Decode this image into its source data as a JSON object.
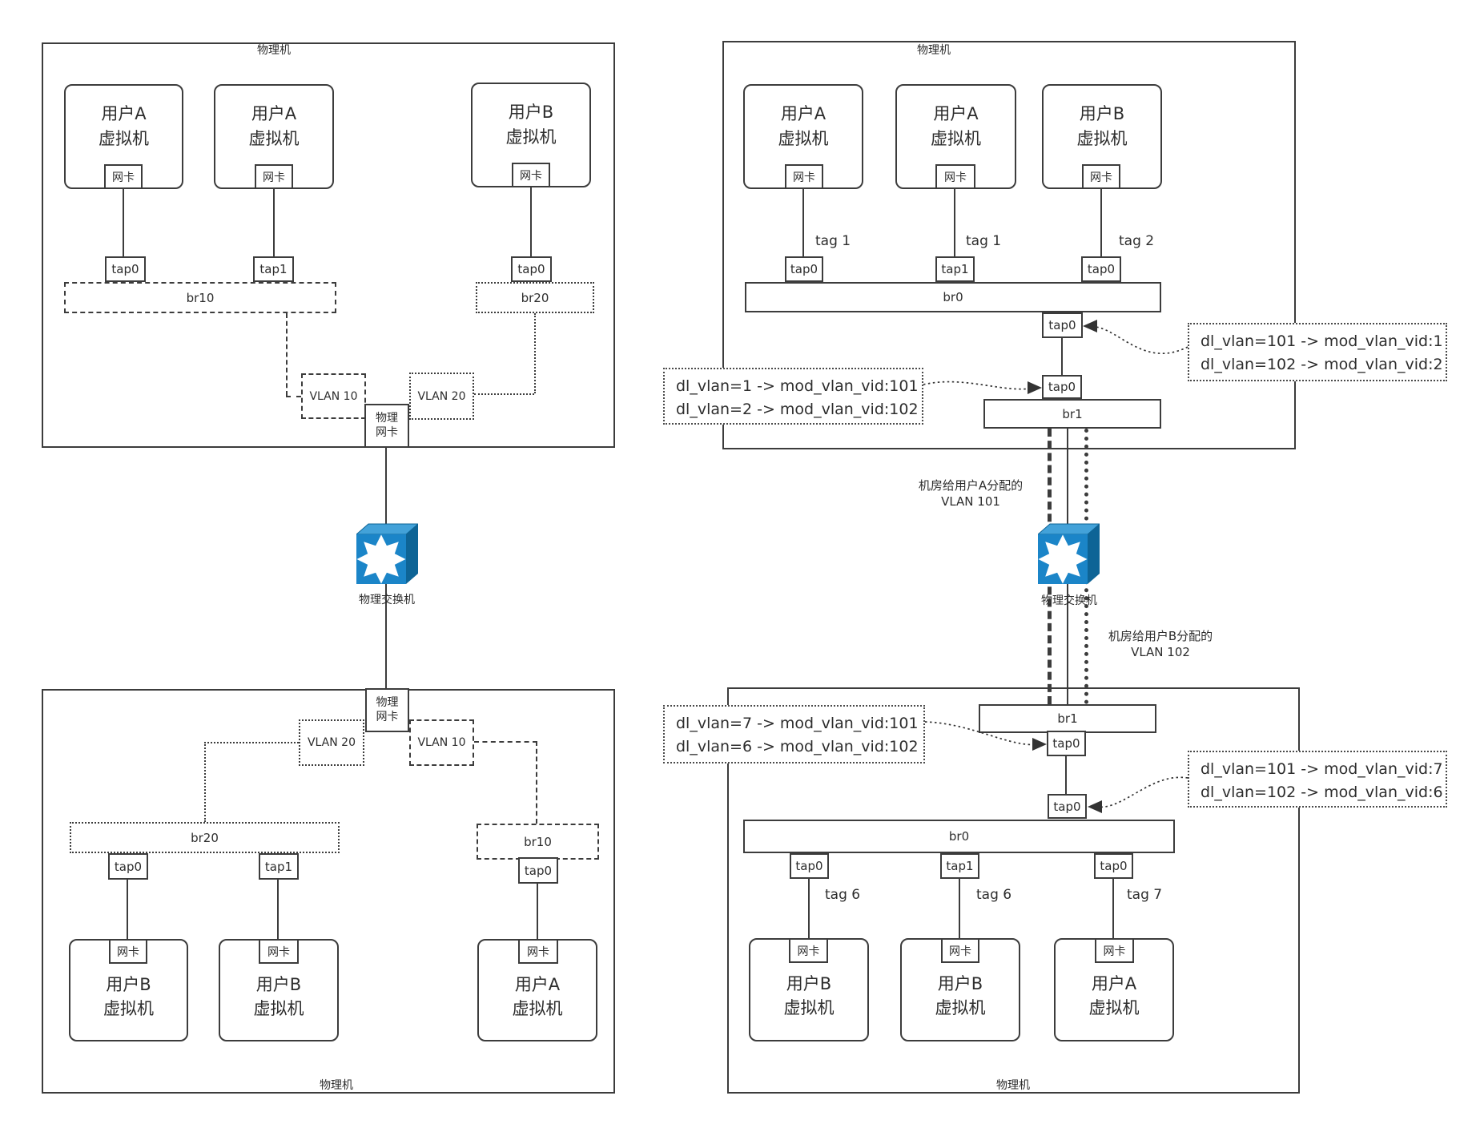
{
  "colors": {
    "stroke": "#3c3c3c",
    "switch_blue": "#1b85c8",
    "switch_top": "#43a2d9",
    "switch_side": "#0e6496"
  },
  "machines": {
    "top_left": {
      "title": "物理机",
      "vms": [
        {
          "line1": "用户A",
          "line2": "虚拟机",
          "nic": "网卡"
        },
        {
          "line1": "用户A",
          "line2": "虚拟机",
          "nic": "网卡"
        },
        {
          "line1": "用户B",
          "line2": "虚拟机",
          "nic": "网卡"
        }
      ],
      "taps": [
        "tap0",
        "tap1",
        "tap0"
      ],
      "br10": "br10",
      "br20": "br20",
      "vlan10": "VLAN 10",
      "vlan20": "VLAN 20",
      "phys_nic": {
        "line1": "物理",
        "line2": "网卡"
      }
    },
    "top_right": {
      "title": "物理机",
      "vms": [
        {
          "line1": "用户A",
          "line2": "虚拟机",
          "nic": "网卡"
        },
        {
          "line1": "用户A",
          "line2": "虚拟机",
          "nic": "网卡"
        },
        {
          "line1": "用户B",
          "line2": "虚拟机",
          "nic": "网卡"
        }
      ],
      "tags": [
        "tag 1",
        "tag 1",
        "tag 2"
      ],
      "taps": [
        "tap0",
        "tap1",
        "tap0"
      ],
      "br0": "br0",
      "tap_out": "tap0",
      "tap_in": "tap0",
      "br1": "br1"
    },
    "bottom_left": {
      "title": "物理机",
      "phys_nic": {
        "line1": "物理",
        "line2": "网卡"
      },
      "vlan20": "VLAN 20",
      "vlan10": "VLAN 10",
      "br20": "br20",
      "br10": "br10",
      "taps": [
        "tap0",
        "tap1",
        "tap0"
      ],
      "vms": [
        {
          "line1": "用户B",
          "line2": "虚拟机",
          "nic": "网卡"
        },
        {
          "line1": "用户B",
          "line2": "虚拟机",
          "nic": "网卡"
        },
        {
          "line1": "用户A",
          "line2": "虚拟机",
          "nic": "网卡"
        }
      ]
    },
    "bottom_right": {
      "title": "物理机",
      "br1": "br1",
      "tap_in": "tap0",
      "tap_out": "tap0",
      "br0": "br0",
      "taps": [
        "tap0",
        "tap1",
        "tap0"
      ],
      "tags": [
        "tag 6",
        "tag 6",
        "tag 7"
      ],
      "vms": [
        {
          "line1": "用户B",
          "line2": "虚拟机",
          "nic": "网卡"
        },
        {
          "line1": "用户B",
          "line2": "虚拟机",
          "nic": "网卡"
        },
        {
          "line1": "用户A",
          "line2": "虚拟机",
          "nic": "网卡"
        }
      ]
    }
  },
  "switches": {
    "left": "物理交换机",
    "right": "物理交换机"
  },
  "captions": {
    "vlan101": {
      "line1": "机房给用户A分配的",
      "line2": "VLAN 101"
    },
    "vlan102": {
      "line1": "机房给用户B分配的",
      "line2": "VLAN 102"
    }
  },
  "annotations": {
    "tr_right": {
      "line1": "dl_vlan=101 -> mod_vlan_vid:1",
      "line2": "dl_vlan=102 -> mod_vlan_vid:2"
    },
    "tr_left": {
      "line1": "dl_vlan=1 -> mod_vlan_vid:101",
      "line2": "dl_vlan=2 -> mod_vlan_vid:102"
    },
    "br_left": {
      "line1": "dl_vlan=7 -> mod_vlan_vid:101",
      "line2": "dl_vlan=6 -> mod_vlan_vid:102"
    },
    "br_right": {
      "line1": "dl_vlan=101 -> mod_vlan_vid:7",
      "line2": "dl_vlan=102 -> mod_vlan_vid:6"
    }
  }
}
